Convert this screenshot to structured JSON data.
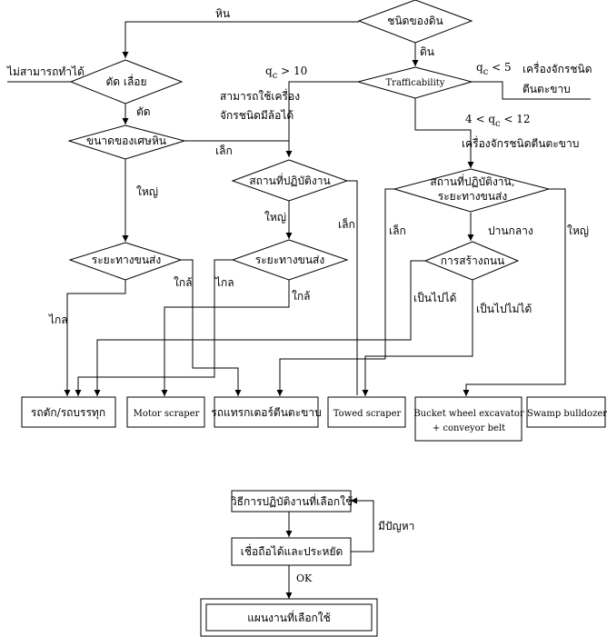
{
  "nodes": {
    "soil_type": "ชนิดของดิน",
    "cut_saw": "ตัด  เลื่อย",
    "trafficability": "Trafficability",
    "rock_size": "ขนาดของเศษหิน",
    "site_left": "สถานที่ปฏิบัติงาน",
    "site_right_1": "สถานที่ปฏิบัติงาน,",
    "site_right_2": "ระยะทางขนส่ง",
    "haul_left": "ระยะทางขนส่ง",
    "haul_mid": "ระยะทางขนส่ง",
    "road_build": "การสร้างถนน",
    "wheeled_tractor_1": "สามารถใช้เครื่อง",
    "wheeled_tractor_2": "จักรชนิดมีล้อได้",
    "crawler_1": "เครื่องจักรชนิด",
    "crawler_2": "ตีนตะขาบ",
    "crawler_mid": "เครื่องจักรชนิดตีนตะขาบ"
  },
  "outputs": {
    "dump_truck": "รถตัก/รถบรรทุก",
    "motor_scraper": "Motor scraper",
    "crawler_tractor": "รถแทรกเตอร์ตีนตะขาบ",
    "towed_scraper": "Towed scraper",
    "bucket_wheel_1": "Bucket wheel excavator",
    "bucket_wheel_2": "+ conveyor belt",
    "swamp_bulldozer": "Swamp bulldozer"
  },
  "labels": {
    "rock": "หิน",
    "soil": "ดิน",
    "cannot_cut": "ไม่สามารถทำได้",
    "cut": "ตัด",
    "small": "เล็ก",
    "small2": "เล็ก",
    "small3": "เล็ก",
    "large": "ใหญ่",
    "large2": "ใหญ่",
    "large3": "ใหญ่",
    "near": "ใกล้",
    "near2": "ใกล้",
    "far": "ไกล",
    "far2": "ไกล",
    "medium": "ปานกลาง",
    "possible": "เป็นไปได้",
    "not_possible": "เป็นไปไม่ได้",
    "q1_pre": "q",
    "q1_sub": "c",
    "q1_post": " > 10",
    "q2_pre": "q",
    "q2_sub": "c",
    "q2_post": " < 5",
    "q3_pre": "4 < q",
    "q3_sub": "c",
    "q3_post": " < 12"
  },
  "bottom": {
    "method": "วิธีการปฏิบัติงานที่เลือกใช้",
    "reliable": "เชื่อถือได้และประหยัด",
    "plan": "แผนงานที่เลือกใช้",
    "problem": "มีปัญหา",
    "ok": "OK"
  }
}
